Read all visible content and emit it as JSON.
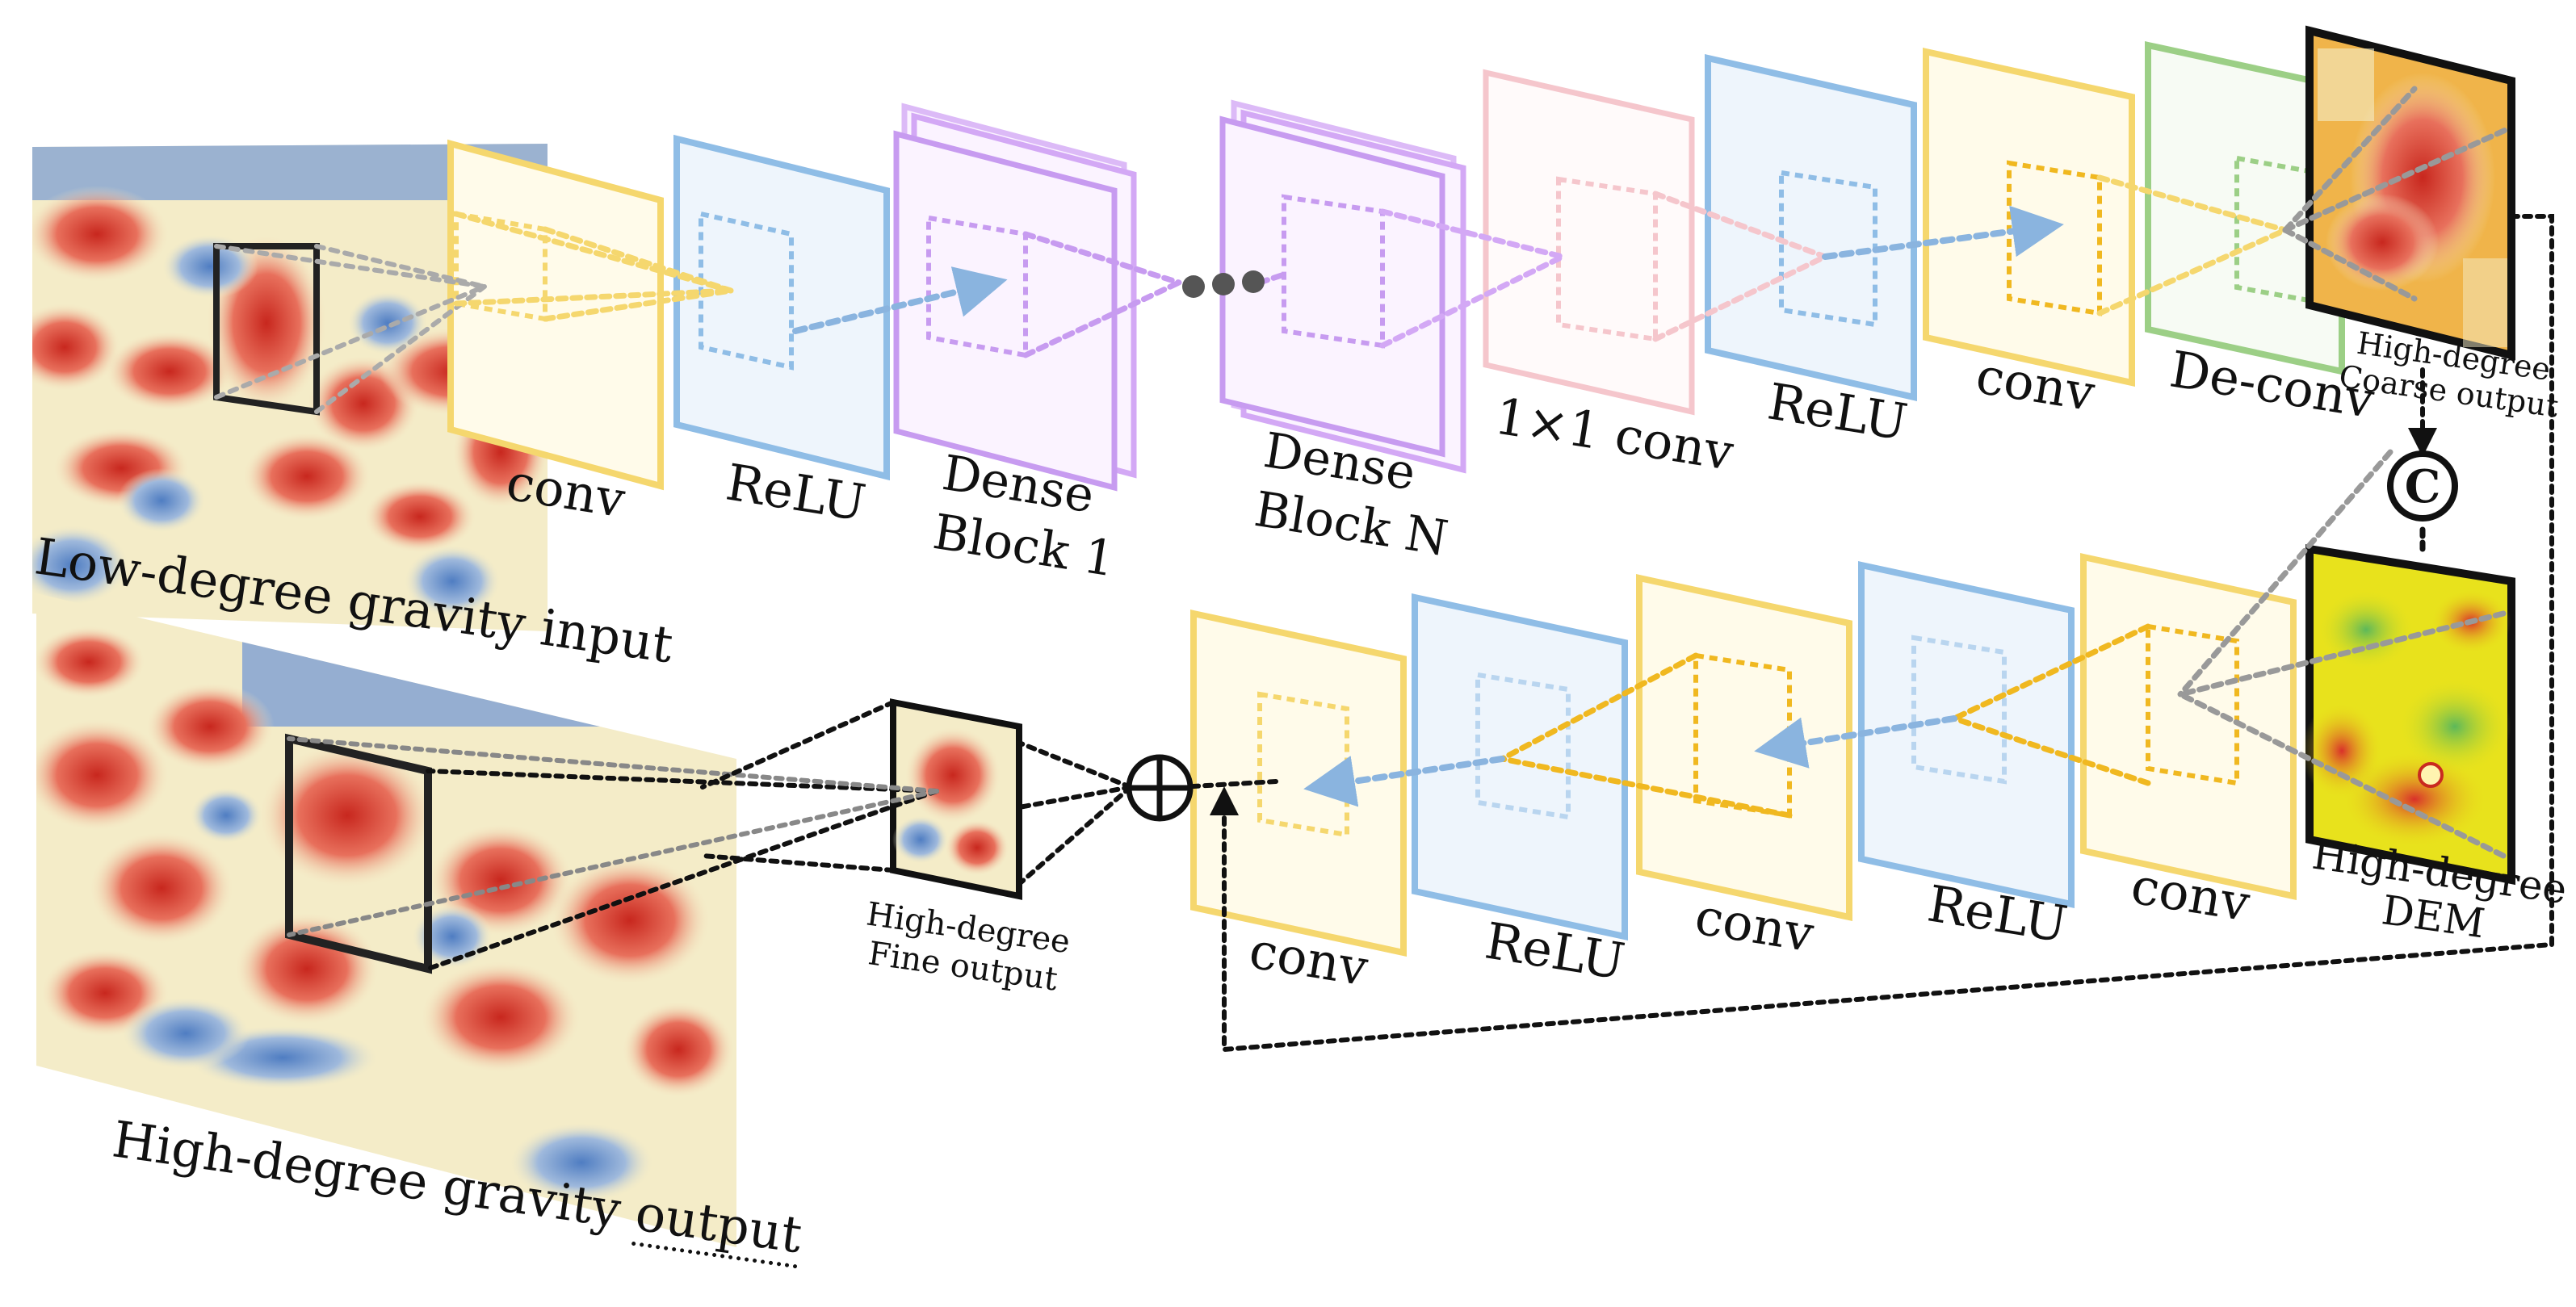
{
  "labels": {
    "low_input": "Low-degree gravity input",
    "high_output_prefix": "High-degree gravity ",
    "high_output_word": "output",
    "conv_top1": "conv",
    "relu_top1": "ReLU",
    "dense1_line1": "Dense",
    "dense1_line2": "Block 1",
    "denseN_line1": "Dense",
    "denseN_line2": "Block N",
    "conv1x1": "1×1 conv",
    "relu_top2": "ReLU",
    "conv_top2": "conv",
    "deconv": "De-conv",
    "coarse_line1": "High-degree",
    "coarse_line2": "Coarse output",
    "concat_symbol": "C",
    "dem_line1": "High-degree",
    "dem_line2": "DEM",
    "conv_bot1": "conv",
    "relu_bot1": "ReLU",
    "conv_bot2": "conv",
    "relu_bot2": "ReLU",
    "conv_bot3": "conv",
    "fine_line1": "High-degree",
    "fine_line2": "Fine output"
  },
  "colors": {
    "conv": "#f5d76e",
    "relu": "#8fbde6",
    "dense": "#c79bf0",
    "conv1x1": "#f5b8c0",
    "deconv": "#9ccf86",
    "arrow_blue": "#8ab4df",
    "gravity_red": "#d9432f",
    "gravity_blue": "#5b86c6",
    "gravity_cream": "#f4ecc8",
    "dem_yellow": "#e8e21c",
    "dem_green": "#7cc96a"
  },
  "icons": {
    "concat": "circled-c-icon",
    "add": "circled-plus-icon"
  }
}
